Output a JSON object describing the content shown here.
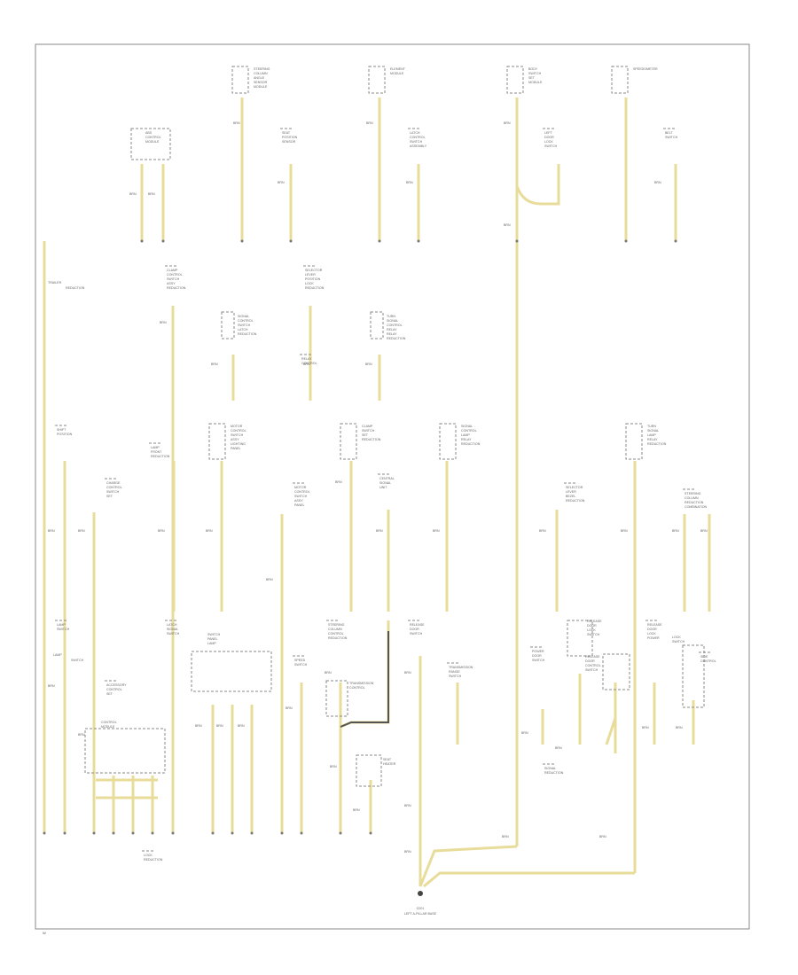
{
  "components": [
    {
      "id": "c1",
      "lines": [
        "STEERING",
        "COLUMN",
        "ANGLE",
        "SENSOR",
        "MODULE"
      ]
    },
    {
      "id": "c2",
      "lines": [
        "ELEMENT",
        "MODULE"
      ]
    },
    {
      "id": "c3",
      "lines": [
        "BODY",
        "SWITCH",
        "SET",
        "MODULE"
      ]
    },
    {
      "id": "c4",
      "lines": [
        "SPEEDOMETER"
      ]
    },
    {
      "id": "c5",
      "lines": [
        "ABS",
        "CONTROL",
        "MODULE"
      ]
    },
    {
      "id": "c6",
      "lines": [
        "SEAT",
        "POSITION",
        "SENSOR"
      ]
    },
    {
      "id": "c7",
      "lines": [
        "LATCH",
        "CONTROL",
        "SWITCH",
        "ASSEMBLY"
      ]
    },
    {
      "id": "c8",
      "lines": [
        "LEFT",
        "DOOR",
        "LOCK",
        "SWITCH"
      ]
    },
    {
      "id": "c9",
      "lines": [
        "BELT",
        "SWITCH"
      ]
    },
    {
      "id": "c10",
      "lines": [
        "CLAMP",
        "CONTROL",
        "SWITCH",
        "ASSY",
        "REDUCTION"
      ]
    },
    {
      "id": "c11",
      "lines": [
        "SELECTOR",
        "LEVER",
        "POSITION",
        "LOCK",
        "REDUCTION"
      ]
    },
    {
      "id": "c12",
      "lines": [
        "SIGNAL",
        "CONTROL",
        "SWITCH",
        "LATCH",
        "REDUCTION"
      ]
    },
    {
      "id": "c13",
      "lines": [
        "TURN",
        "SIGNAL",
        "CONTROL",
        "RELAY",
        "RELAY",
        "REDUCTION"
      ]
    },
    {
      "id": "c14",
      "lines": [
        "SHIFT",
        "POSITION"
      ]
    },
    {
      "id": "c15",
      "lines": [
        "LAMP",
        "FRONT",
        "REDUCTION"
      ]
    },
    {
      "id": "c16",
      "lines": [
        "CHARGE",
        "CONTROL",
        "SWITCH",
        "SET"
      ]
    },
    {
      "id": "c17",
      "lines": [
        "MOTOR",
        "CONTROL",
        "SWITCH",
        "ASSY",
        "LIGHTING",
        "PANEL"
      ]
    },
    {
      "id": "c18",
      "lines": [
        "CLAMP",
        "SWITCH",
        "SET",
        "REDUCTION"
      ]
    },
    {
      "id": "c19",
      "lines": [
        "SIGNAL",
        "CONTROL",
        "LAMP",
        "RELAY",
        "REDUCTION"
      ]
    },
    {
      "id": "c20",
      "lines": [
        "MOTOR",
        "CONTROL",
        "SWITCH",
        "ASSY",
        "PANEL"
      ]
    },
    {
      "id": "c21",
      "lines": [
        "CENTRAL",
        "SIGNAL",
        "UNIT"
      ]
    },
    {
      "id": "c22",
      "lines": [
        "TURN",
        "SIGNAL",
        "LAMP",
        "RELAY",
        "REDUCTION"
      ]
    },
    {
      "id": "c23",
      "lines": [
        "SELECTOR",
        "LEVER",
        "BEZEL",
        "REDUCTION"
      ]
    },
    {
      "id": "c24",
      "lines": [
        "STEERING",
        "COLUMN",
        "REDUCTION",
        "COMBINATION"
      ]
    },
    {
      "id": "c25",
      "lines": [
        "LAMP",
        "SWITCH"
      ]
    },
    {
      "id": "c26",
      "lines": [
        "LATCH",
        "SIGNAL",
        "SWITCH"
      ]
    },
    {
      "id": "c27",
      "lines": [
        "SWITCH",
        "PANEL",
        "LAMP"
      ]
    },
    {
      "id": "c28",
      "lines": [
        "ACCESSORY",
        "CONTROL",
        "SET"
      ]
    },
    {
      "id": "c29",
      "lines": [
        "SPEED",
        "SWITCH"
      ]
    },
    {
      "id": "c30",
      "lines": [
        "STEERING",
        "COLUMN",
        "CONTROL",
        "REDUCTION"
      ]
    },
    {
      "id": "c31",
      "lines": [
        "RELEASE",
        "DOOR",
        "SWITCH"
      ]
    },
    {
      "id": "c32",
      "lines": [
        "TRANSMISSION",
        "RANGE",
        "SWITCH"
      ]
    },
    {
      "id": "c33",
      "lines": [
        "RELEASE",
        "DOOR",
        "LOCK",
        "SWITCH"
      ]
    },
    {
      "id": "c34",
      "lines": [
        "POWER",
        "DOOR",
        "SWITCH"
      ]
    },
    {
      "id": "c35",
      "lines": [
        "RELEASE",
        "DOOR",
        "CONTROL",
        "SWITCH"
      ]
    },
    {
      "id": "c36",
      "lines": [
        "RELEASE",
        "DOOR",
        "LOCK",
        "POWER"
      ]
    },
    {
      "id": "c37",
      "lines": [
        "CONTROL",
        "MODULE"
      ]
    },
    {
      "id": "c38",
      "lines": [
        "TRANSMISSION",
        "CONTROL"
      ]
    },
    {
      "id": "c39",
      "lines": [
        "SEAT",
        "HEATER"
      ]
    },
    {
      "id": "c40",
      "lines": [
        "LOCK",
        "SWITCH"
      ]
    },
    {
      "id": "c41",
      "lines": [
        "RELAY",
        "CONTROL"
      ]
    },
    {
      "id": "c42",
      "lines": [
        "LOCK",
        "REDUCTION"
      ]
    },
    {
      "id": "c43",
      "lines": [
        "SIGNAL",
        "REDUCTION"
      ]
    },
    {
      "id": "c44",
      "lines": [
        "SIDE",
        "CONTROL"
      ]
    }
  ],
  "side_labels": [
    {
      "id": "s1",
      "text": "TRAILER",
      "sub": "REDUCTION"
    },
    {
      "id": "s2",
      "text": "LAMP",
      "sub": "SWITCH"
    }
  ],
  "wire_label": "BRN",
  "ground": {
    "id": "G201",
    "label": "LEFT A-PILLAR BASE"
  },
  "corner_mark": "W"
}
